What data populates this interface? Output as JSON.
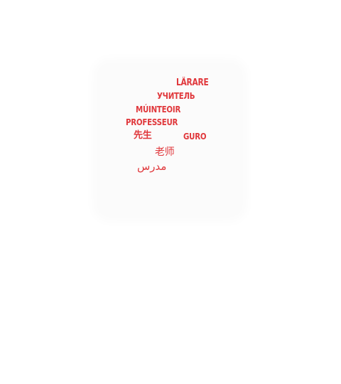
{
  "word_cloud": {
    "color": "#e0383c",
    "words": [
      {
        "text": "LÄRARE"
      },
      {
        "text": "УЧИТЕЛЬ"
      },
      {
        "text": "MÚINTEOIR"
      },
      {
        "text": "PROFESSEUR"
      },
      {
        "text": "先生"
      },
      {
        "text": "GURO"
      },
      {
        "text": "老师"
      },
      {
        "text": "مدرس"
      }
    ]
  }
}
